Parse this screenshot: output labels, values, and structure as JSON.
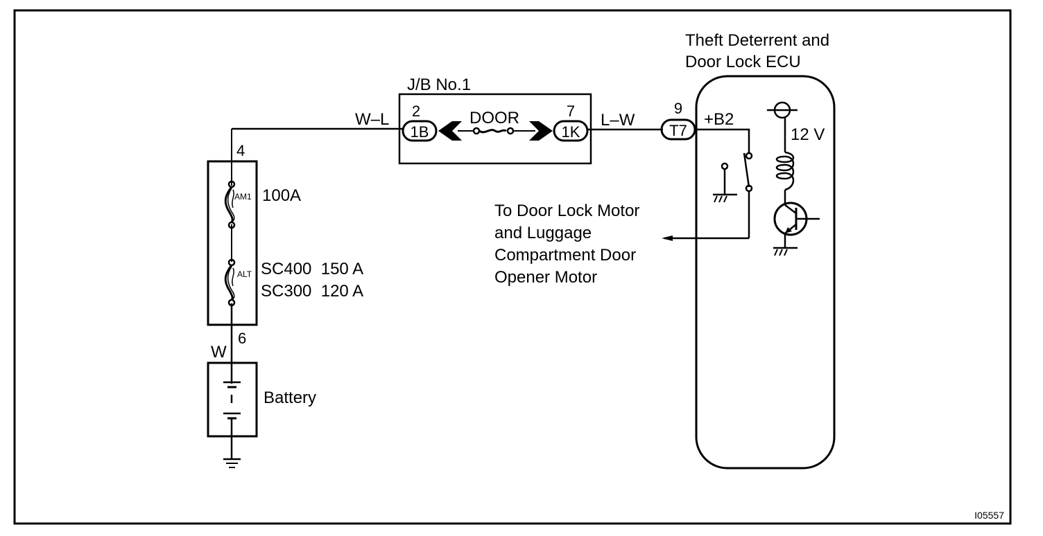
{
  "diagram": {
    "figure_id": "I05557",
    "colors": {
      "ink": "#000000",
      "background": "#ffffff"
    },
    "wires": {
      "wl": "W–L",
      "lw": "L–W",
      "w": "W"
    },
    "fusible_block": {
      "pin_top": "4",
      "pin_bottom": "6",
      "am1": {
        "name": "AM1",
        "rating": "100A"
      },
      "alt": {
        "name": "ALT",
        "rating_sc400": "SC400  150 A",
        "rating_sc300": "SC300  120 A"
      }
    },
    "battery": {
      "label": "Battery"
    },
    "junction_block": {
      "title": "J/B No.1",
      "fuse_label": "DOOR",
      "left_connector": {
        "code": "1B",
        "pin": "2"
      },
      "right_connector": {
        "code": "1K",
        "pin": "7"
      }
    },
    "ecu": {
      "title_line1": "Theft Deterrent and",
      "title_line2": "Door Lock ECU",
      "connector": {
        "code": "T7",
        "pin": "9"
      },
      "terminal": "+B2",
      "voltage": "12 V"
    },
    "output_note": {
      "line1": "To Door Lock Motor",
      "line2": "and Luggage",
      "line3": "Compartment Door",
      "line4": "Opener Motor"
    }
  }
}
